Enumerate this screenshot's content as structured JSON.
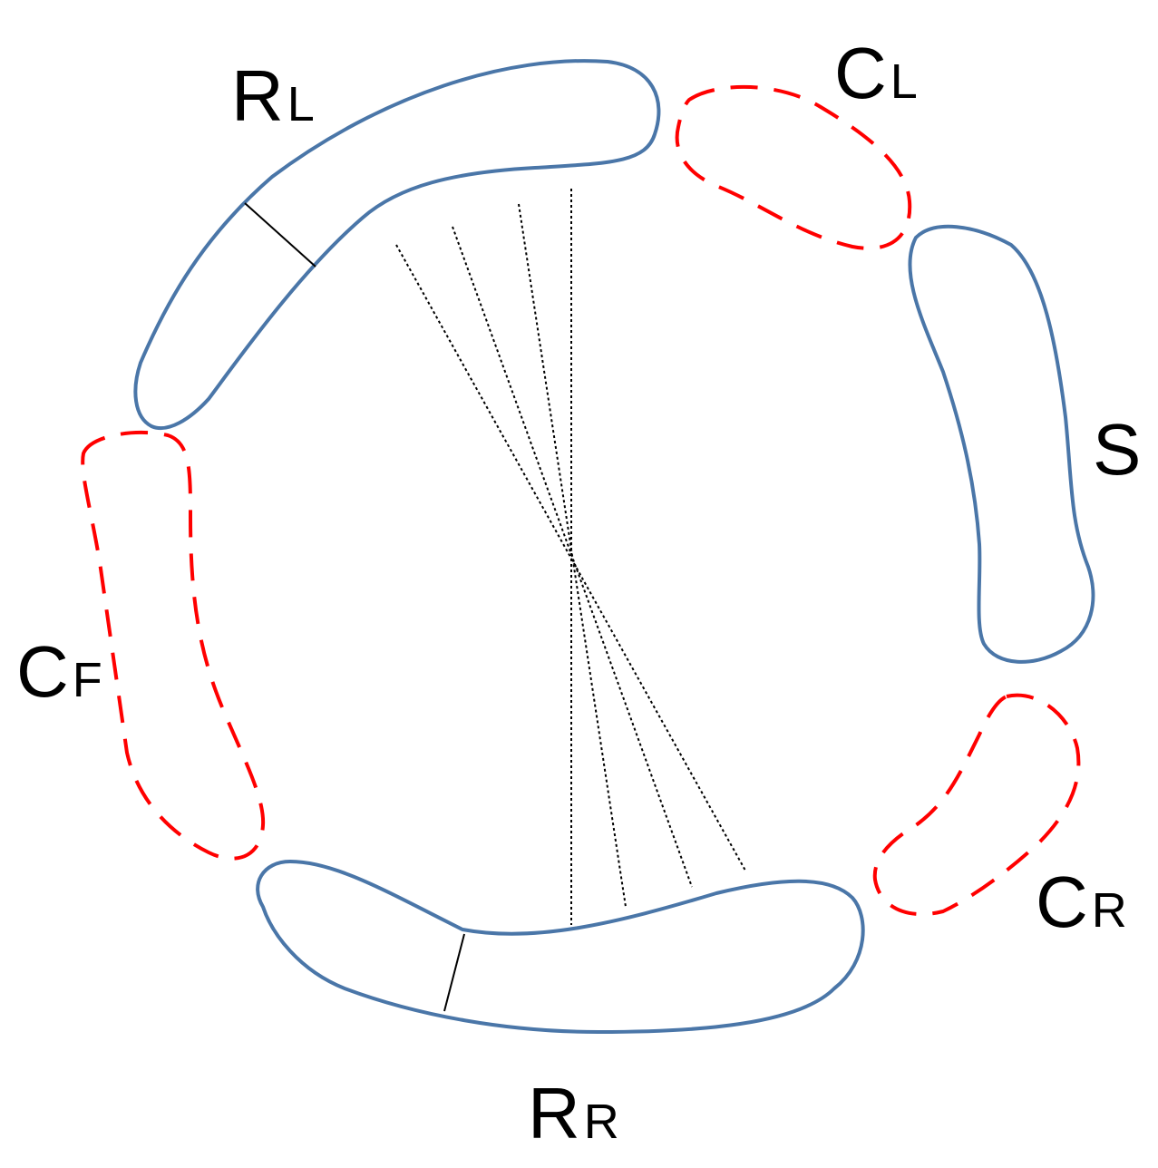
{
  "colors": {
    "solid_outline": "#4a76a8",
    "dashed_outline": "#ff0000",
    "lines": "#000000",
    "background": "#ffffff"
  },
  "labels": {
    "r_left": {
      "main": "R",
      "sub": "L"
    },
    "c_left": {
      "main": "C",
      "sub": "L"
    },
    "s": {
      "main": "S"
    },
    "c_front": {
      "main": "C",
      "sub": "F"
    },
    "c_right": {
      "main": "C",
      "sub": "R"
    },
    "r_right": {
      "main": "R",
      "sub": "R"
    }
  }
}
